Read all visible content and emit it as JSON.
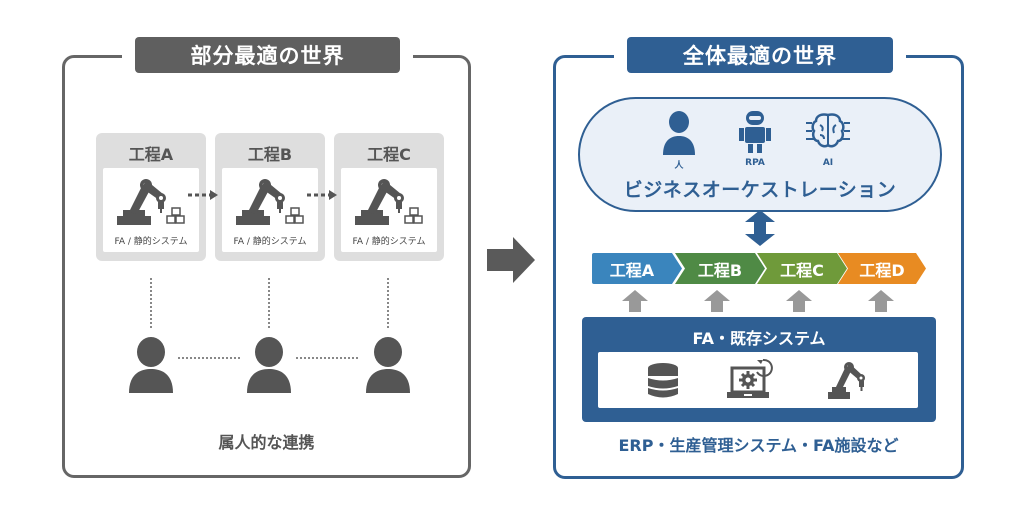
{
  "left_panel": {
    "title": "部分最適の世界",
    "processes": [
      {
        "label": "工程A",
        "system": "FA / 静的システム",
        "icon": "robot-arm-icon"
      },
      {
        "label": "工程B",
        "system": "FA / 静的システム",
        "icon": "robot-arm-icon"
      },
      {
        "label": "工程C",
        "system": "FA / 静的システム",
        "icon": "robot-arm-icon"
      }
    ],
    "people_count": 3,
    "caption": "属人的な連携",
    "color": "#5f5f5f"
  },
  "transition_icon": "right-arrow-icon",
  "right_panel": {
    "title": "全体最適の世界",
    "orchestration": {
      "actors": [
        {
          "label": "人",
          "icon": "person-icon"
        },
        {
          "label": "RPA",
          "icon": "robot-icon"
        },
        {
          "label": "AI",
          "icon": "brain-icon"
        }
      ],
      "title": "ビジネスオーケストレーション"
    },
    "processes": [
      {
        "label": "工程A",
        "color": "#3a85bd"
      },
      {
        "label": "工程B",
        "color": "#4f8a45"
      },
      {
        "label": "工程C",
        "color": "#6f9a3a"
      },
      {
        "label": "工程D",
        "color": "#e88b22"
      }
    ],
    "systems": {
      "title": "FA・既存システム",
      "icons": [
        "database-icon",
        "laptop-gear-icon",
        "robot-arm-icon"
      ]
    },
    "caption": "ERP・生産管理システム・FA施設など",
    "color": "#2f5f93"
  }
}
